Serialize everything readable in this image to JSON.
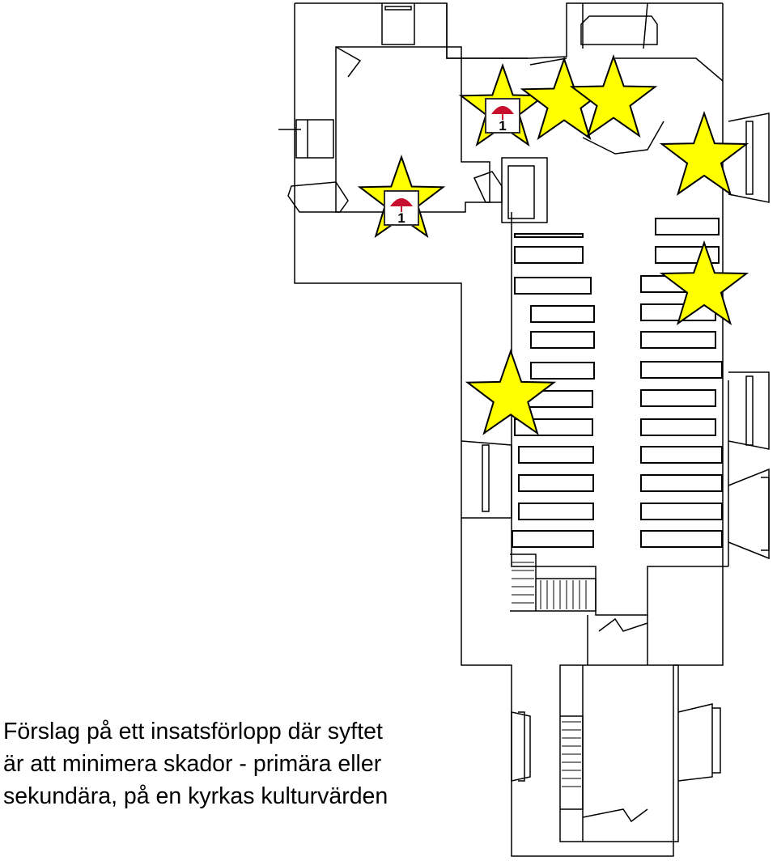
{
  "caption": {
    "line1": "Förslag på ett insatsförlopp där syftet",
    "line2": "är att minimera skador - primära eller",
    "line3": "sekundära, på en kyrkas kulturvärden"
  },
  "priority_markers": [
    {
      "label": "1"
    },
    {
      "label": "1"
    }
  ],
  "colors": {
    "star_fill": "#ffff00",
    "star_stroke": "#000000",
    "umbrella": "#c8102e",
    "wall": "#000000"
  },
  "icons": {
    "star": "star-icon",
    "priority": "umbrella-icon"
  }
}
